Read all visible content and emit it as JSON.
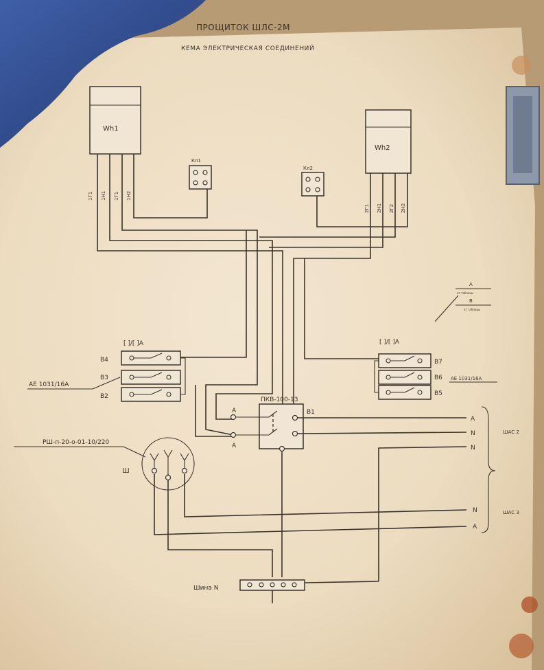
{
  "header": {
    "title": "ПРОЩИТОК ШЛС-2М",
    "subtitle": "КЕМА ЭЛЕКТРИЧЕСКАЯ СОЕДИНЕНИЙ"
  },
  "meters": {
    "left": {
      "label": "Wh1",
      "terminals": [
        "1Г1",
        "1Н1",
        "1Г1",
        "1Н2"
      ]
    },
    "right": {
      "label": "Wh2",
      "terminals": [
        "2Г1",
        "2Н1",
        "2Г2",
        "2Н2"
      ]
    }
  },
  "terminal_blocks": {
    "left": "Кл1",
    "right": "Кл2"
  },
  "breakers": {
    "left_group_label": "[ ]/[ ]А",
    "left_model": "АЕ 1031/16А",
    "left": [
      "В4",
      "В3",
      "В2"
    ],
    "right_group_label": "[ ]/[ ]А",
    "right_model": "АЕ 1031/16А",
    "right": [
      "В7",
      "В6",
      "В5"
    ]
  },
  "switch": {
    "label": "ПКВ-100-13",
    "output_label": "В1",
    "left_top": "А",
    "left_bottom": "А"
  },
  "socket": {
    "model": "РШ-п-20-о-01-10/220",
    "label": "Ш"
  },
  "outputs": {
    "shas2_label": "ШАС 2",
    "shas2_lines": [
      "А",
      "N",
      "N"
    ],
    "shas3_label": "ШАС 3",
    "shas3_lines": [
      "N",
      "А"
    ]
  },
  "legend": {
    "a": "А",
    "a_note": "от таблицы",
    "b": "В",
    "b_note": "от таблицы"
  },
  "bus": {
    "label": "Шина N"
  }
}
